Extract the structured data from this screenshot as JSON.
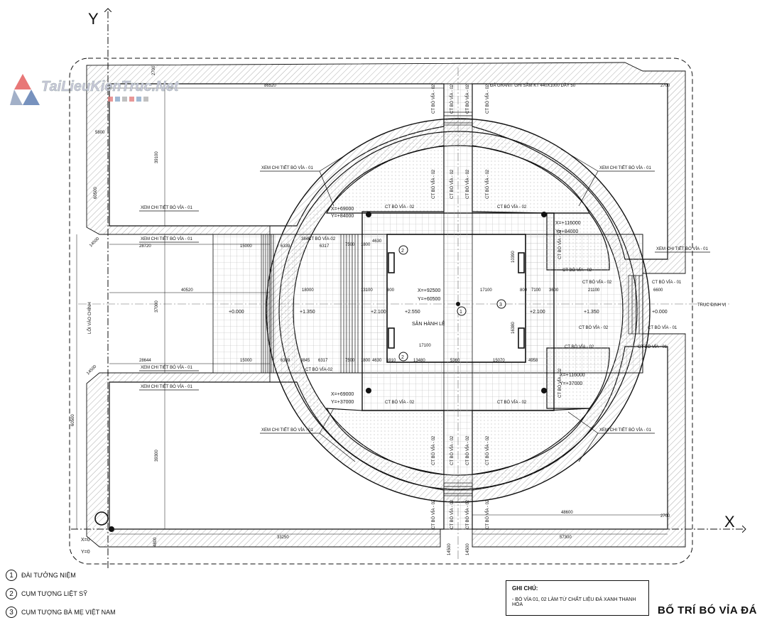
{
  "axes": {
    "y": "Y",
    "x": "X"
  },
  "origin": {
    "x": "X=0",
    "y": "Y=0"
  },
  "watermark": {
    "text": "TaiLieuKienTruc.Net"
  },
  "legend": [
    {
      "num": "1",
      "label": "ĐÀI TƯỞNG NIỆM"
    },
    {
      "num": "2",
      "label": "CỤM TƯỢNG LIỆT SỸ"
    },
    {
      "num": "3",
      "label": "CỤM TƯỢNG BÀ MẸ VIỆT NAM"
    }
  ],
  "note": {
    "heading": "GHI CHÚ:",
    "text": "- BÓ VỈA 01, 02 LÀM TỪ CHẤT LIỆU ĐÁ XANH THANH HÓA"
  },
  "title": "BỐ TRÍ BÓ VỈA ĐÁ",
  "labels": {
    "granite": "ĐÁ GRANIT GHI SẪM KT 440X1000 DẦY 50",
    "xem01": "XEM CHI TIẾT BÓ VỈA - 01",
    "ct02": "CT BÓ VỈA - 02",
    "ct02b": "CT BÓ VỈA-02",
    "ct01": "CT BÓ VỈA - 01",
    "san": "SÂN HÀNH LỄ",
    "truc": "TRỤC ĐỊNH VỊ",
    "loi": "LỐI VÀO CHÍNH"
  },
  "coords": {
    "c1x": "X=+69000",
    "c1y": "Y=+84000",
    "c2x": "X=+116000",
    "c2y": "Y=+84000",
    "c3x": "X=+69000",
    "c3y": "Y=+37000",
    "c4x": "X=+116000",
    "c4y": "Y=+37000",
    "cx": "X=+92500",
    "cy": "Y=+60500"
  },
  "levels": {
    "l0": "+0.000",
    "l1": "+1.350",
    "l2": "+2.100",
    "l3": "+2.550"
  },
  "dims": {
    "d86520": "86520",
    "d2700": "2700",
    "d5800": "5800",
    "d39100": "39100",
    "d60500": "60500",
    "d14500": "14500",
    "d28720": "28720",
    "d15000": "15000",
    "d6339": "6339",
    "d3845": "3845",
    "d6317": "6317",
    "d7500": "7500",
    "d1800": "1800",
    "d4630": "4630",
    "d40520": "40520",
    "d37000": "37000",
    "d18000": "18000",
    "d13100": "13100",
    "d17100": "17100",
    "d7100": "7100",
    "d21100": "21100",
    "d6600": "6600",
    "d10390": "10390",
    "d16380": "16380",
    "d28644": "28644",
    "d13480": "13480",
    "d5360": "5360",
    "d15070": "15070",
    "d4958": "4958",
    "d39300": "39300",
    "d48600": "48600",
    "d4800": "4800",
    "d33250": "33250",
    "d57300": "57300",
    "d3600": "3600",
    "d800": "800",
    "d5910": "5910"
  },
  "marks": {
    "m1": "1",
    "m2": "2",
    "m3": "3"
  }
}
